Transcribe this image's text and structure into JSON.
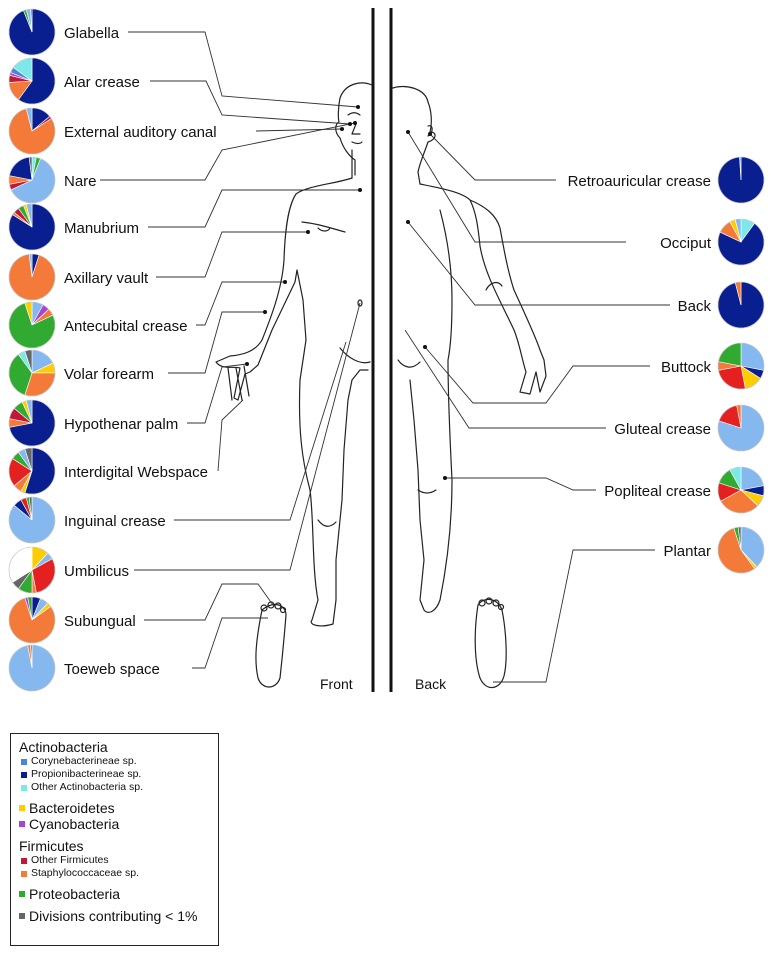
{
  "colors": {
    "coryne": "#4a86d8",
    "propioni": "#0a1f8f",
    "otherActino": "#7ee8e8",
    "bacteroidetes": "#ffcc00",
    "cyanobacteria": "#a844cf",
    "otherFirmicutes": "#c0183a",
    "staph": "#f47a3a",
    "proteo": "#30aa30",
    "minor": "#666666",
    "lightblue": "#85b8ee",
    "red": "#e42020",
    "white": "#ffffff"
  },
  "view_labels": {
    "front": "Front",
    "back": "Back"
  },
  "sites": [
    {
      "label": "Glabella",
      "side": "left",
      "slices": [
        [
          "propioni",
          0.94
        ],
        [
          "proteo",
          0.02
        ],
        [
          "lightblue",
          0.03
        ],
        [
          "minor",
          0.01
        ]
      ]
    },
    {
      "label": "Alar crease",
      "side": "left",
      "slices": [
        [
          "propioni",
          0.6
        ],
        [
          "staph",
          0.14
        ],
        [
          "otherFirmicutes",
          0.05
        ],
        [
          "cyanobacteria",
          0.02
        ],
        [
          "coryne",
          0.04
        ],
        [
          "otherActino",
          0.15
        ]
      ]
    },
    {
      "label": "External auditory canal",
      "side": "left",
      "slices": [
        [
          "propioni",
          0.14
        ],
        [
          "otherFirmicutes",
          0.02
        ],
        [
          "staph",
          0.8
        ],
        [
          "lightblue",
          0.04
        ]
      ]
    },
    {
      "label": "Nare",
      "side": "left",
      "slices": [
        [
          "otherActino",
          0.03
        ],
        [
          "proteo",
          0.03
        ],
        [
          "lightblue",
          0.62
        ],
        [
          "otherFirmicutes",
          0.04
        ],
        [
          "staph",
          0.06
        ],
        [
          "propioni",
          0.2
        ],
        [
          "minor",
          0.02
        ]
      ]
    },
    {
      "label": "Manubrium",
      "side": "left",
      "slices": [
        [
          "propioni",
          0.84
        ],
        [
          "staph",
          0.02
        ],
        [
          "otherFirmicutes",
          0.04
        ],
        [
          "proteo",
          0.04
        ],
        [
          "bacteroidetes",
          0.02
        ],
        [
          "lightblue",
          0.04
        ]
      ]
    },
    {
      "label": "Axillary vault",
      "side": "left",
      "slices": [
        [
          "propioni",
          0.05
        ],
        [
          "staph",
          0.93
        ],
        [
          "lightblue",
          0.02
        ]
      ]
    },
    {
      "label": "Antecubital crease",
      "side": "left",
      "slices": [
        [
          "lightblue",
          0.08
        ],
        [
          "cyanobacteria",
          0.05
        ],
        [
          "staph",
          0.05
        ],
        [
          "proteo",
          0.77
        ],
        [
          "bacteroidetes",
          0.05
        ]
      ]
    },
    {
      "label": "Volar forearm",
      "side": "left",
      "slices": [
        [
          "lightblue",
          0.18
        ],
        [
          "bacteroidetes",
          0.07
        ],
        [
          "staph",
          0.3
        ],
        [
          "proteo",
          0.35
        ],
        [
          "otherActino",
          0.05
        ],
        [
          "minor",
          0.05
        ]
      ]
    },
    {
      "label": "Hypothenar palm",
      "side": "left",
      "slices": [
        [
          "propioni",
          0.72
        ],
        [
          "staph",
          0.06
        ],
        [
          "otherFirmicutes",
          0.08
        ],
        [
          "proteo",
          0.07
        ],
        [
          "bacteroidetes",
          0.03
        ],
        [
          "lightblue",
          0.04
        ]
      ]
    },
    {
      "label": "Interdigital Webspace",
      "side": "left",
      "slices": [
        [
          "propioni",
          0.55
        ],
        [
          "bacteroidetes",
          0.03
        ],
        [
          "staph",
          0.06
        ],
        [
          "red",
          0.2
        ],
        [
          "proteo",
          0.06
        ],
        [
          "lightblue",
          0.05
        ],
        [
          "minor",
          0.05
        ]
      ]
    },
    {
      "label": "Inguinal crease",
      "side": "left",
      "slices": [
        [
          "lightblue",
          0.86
        ],
        [
          "propioni",
          0.06
        ],
        [
          "red",
          0.04
        ],
        [
          "proteo",
          0.02
        ],
        [
          "minor",
          0.02
        ]
      ]
    },
    {
      "label": "Umbilicus",
      "side": "left",
      "slices": [
        [
          "bacteroidetes",
          0.12
        ],
        [
          "lightblue",
          0.05
        ],
        [
          "red",
          0.3
        ],
        [
          "staph",
          0.03
        ],
        [
          "proteo",
          0.1
        ],
        [
          "minor",
          0.06
        ],
        [
          "white",
          0.34
        ]
      ]
    },
    {
      "label": "Subungual",
      "side": "left",
      "slices": [
        [
          "propioni",
          0.06
        ],
        [
          "lightblue",
          0.06
        ],
        [
          "bacteroidetes",
          0.03
        ],
        [
          "staph",
          0.8
        ],
        [
          "cyanobacteria",
          0.02
        ],
        [
          "proteo",
          0.03
        ]
      ]
    },
    {
      "label": "Toeweb space",
      "side": "left",
      "slices": [
        [
          "lightblue",
          0.97
        ],
        [
          "staph",
          0.02
        ],
        [
          "minor",
          0.01
        ]
      ]
    },
    {
      "label": "Retroauricular crease",
      "side": "right",
      "slices": [
        [
          "propioni",
          0.99
        ],
        [
          "lightblue",
          0.01
        ]
      ]
    },
    {
      "label": "Occiput",
      "side": "right",
      "slices": [
        [
          "otherActino",
          0.1
        ],
        [
          "propioni",
          0.72
        ],
        [
          "staph",
          0.1
        ],
        [
          "bacteroidetes",
          0.04
        ],
        [
          "lightblue",
          0.04
        ]
      ]
    },
    {
      "label": "Back",
      "side": "right",
      "slices": [
        [
          "propioni",
          0.96
        ],
        [
          "staph",
          0.04
        ]
      ]
    },
    {
      "label": "Buttock",
      "side": "right",
      "slices": [
        [
          "lightblue",
          0.28
        ],
        [
          "propioni",
          0.06
        ],
        [
          "bacteroidetes",
          0.13
        ],
        [
          "red",
          0.25
        ],
        [
          "staph",
          0.06
        ],
        [
          "proteo",
          0.22
        ]
      ]
    },
    {
      "label": "Gluteal crease",
      "side": "right",
      "slices": [
        [
          "lightblue",
          0.8
        ],
        [
          "red",
          0.17
        ],
        [
          "staph",
          0.03
        ]
      ]
    },
    {
      "label": "Popliteal crease",
      "side": "right",
      "slices": [
        [
          "lightblue",
          0.22
        ],
        [
          "propioni",
          0.07
        ],
        [
          "bacteroidetes",
          0.08
        ],
        [
          "staph",
          0.3
        ],
        [
          "red",
          0.13
        ],
        [
          "proteo",
          0.12
        ],
        [
          "otherActino",
          0.08
        ]
      ]
    },
    {
      "label": "Plantar",
      "side": "right",
      "slices": [
        [
          "lightblue",
          0.38
        ],
        [
          "bacteroidetes",
          0.02
        ],
        [
          "staph",
          0.55
        ],
        [
          "proteo",
          0.03
        ],
        [
          "minor",
          0.02
        ]
      ]
    }
  ],
  "legend": {
    "actinobacteria": "Actinobacteria",
    "coryne": "Corynebacterineae sp.",
    "propioni": "Propionibacterineae sp.",
    "otherActino": "Other Actinobacteria sp.",
    "bacteroidetes": "Bacteroidetes",
    "cyanobacteria": "Cyanobacteria",
    "firmicutes": "Firmicutes",
    "otherFirmicutes": "Other Firmicutes",
    "staph": "Staphylococcaceae sp.",
    "proteo": "Proteobacteria",
    "minor": "Divisions contributing < 1%"
  }
}
